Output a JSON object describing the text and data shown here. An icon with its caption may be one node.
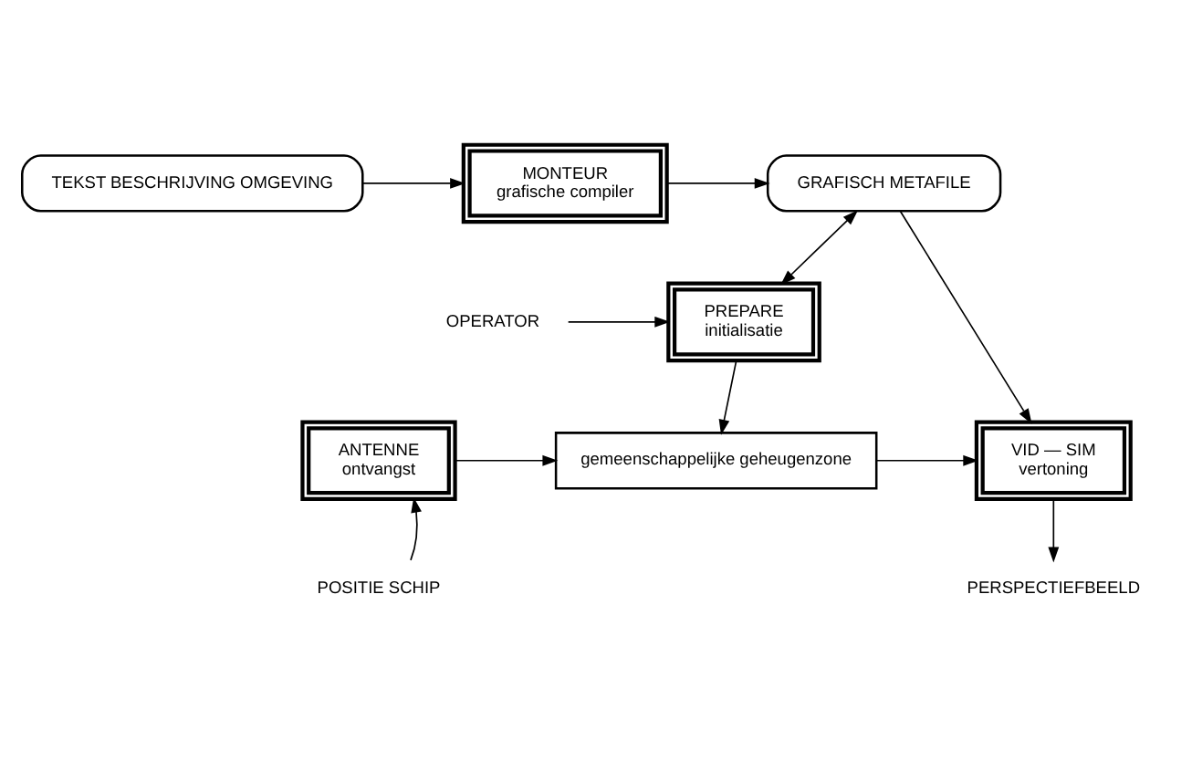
{
  "diagram": {
    "nodes": [
      {
        "text": [
          "TEKST BESCHRIJVING OMGEVING"
        ]
      },
      {
        "text": [
          "MONTEUR",
          "grafische compiler"
        ]
      },
      {
        "text": [
          "GRAFISCH METAFILE"
        ]
      },
      {
        "text": [
          "OPERATOR"
        ]
      },
      {
        "text": [
          "PREPARE",
          "initialisatie"
        ]
      },
      {
        "text": [
          "ANTENNE",
          "ontvangst"
        ]
      },
      {
        "text": [
          "gemeenschappelijke geheugenzone"
        ]
      },
      {
        "text": [
          "VID — SIM",
          "vertoning"
        ]
      },
      {
        "text": [
          "POSITIE SCHIP"
        ]
      },
      {
        "text": [
          "PERSPECTIEFBEELD"
        ]
      }
    ],
    "edges": [
      {
        "from": 0,
        "to": 1,
        "arrow": "to"
      },
      {
        "from": 1,
        "to": 2,
        "arrow": "to"
      },
      {
        "from": 3,
        "to": 4,
        "arrow": "to"
      },
      {
        "from": 2,
        "to": 4,
        "arrow": "both"
      },
      {
        "from": 2,
        "to": 7,
        "arrow": "to"
      },
      {
        "from": 4,
        "to": 6,
        "arrow": "to"
      },
      {
        "from": 5,
        "to": 6,
        "arrow": "to"
      },
      {
        "from": 6,
        "to": 7,
        "arrow": "to"
      },
      {
        "from": 8,
        "to": 5,
        "arrow": "to"
      },
      {
        "from": 7,
        "to": 9,
        "arrow": "to"
      }
    ]
  }
}
